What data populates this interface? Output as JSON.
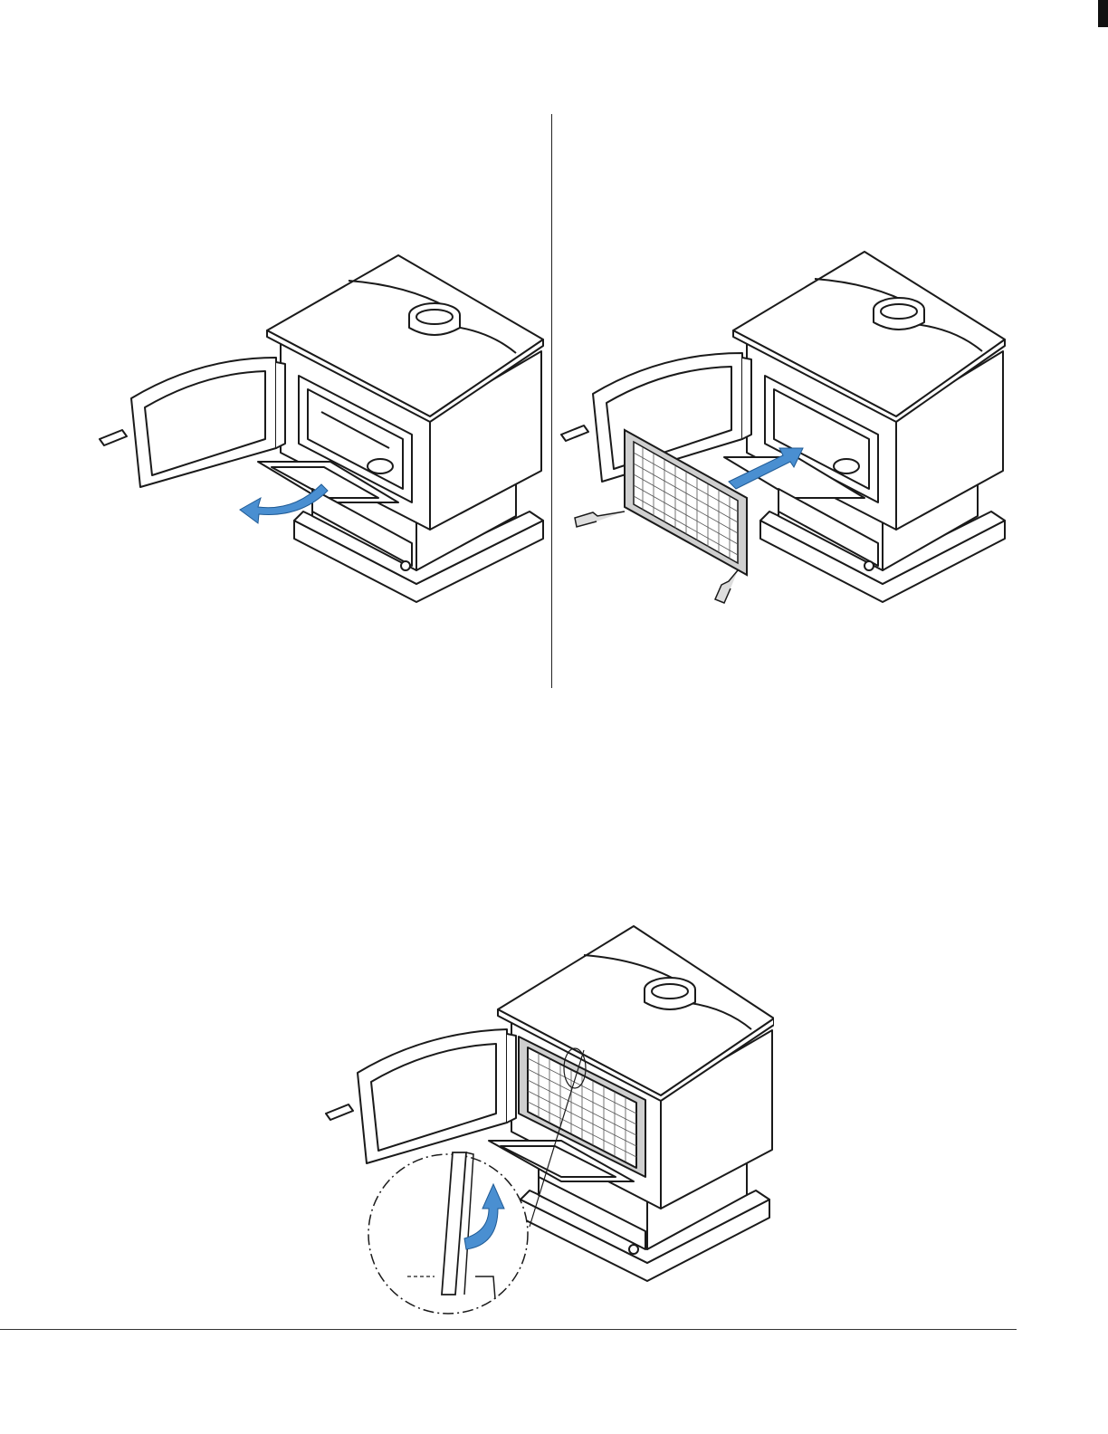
{
  "page": {
    "figures": [
      {
        "name": "step-open-door",
        "arrow": "swing-arrow-left"
      },
      {
        "name": "step-insert-screen",
        "arrow": "push-arrow-right"
      },
      {
        "name": "step-screen-installed",
        "arrow": "lift-arrow-up"
      }
    ]
  },
  "colors": {
    "arrow_blue": "#4a8fd1",
    "line": "#1a1a1a",
    "screen_frame": "#cfcfcf",
    "background": "#ffffff"
  }
}
